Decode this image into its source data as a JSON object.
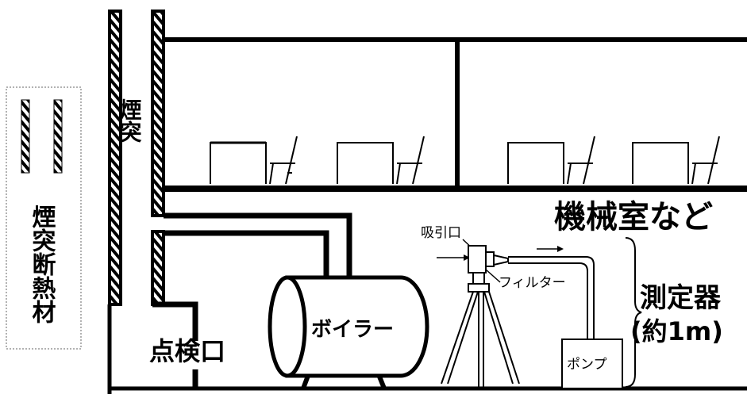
{
  "labels": {
    "legend": "煙突断熱材",
    "chimney": "煙突",
    "machine_room": "機械室など",
    "intake": "吸引口",
    "filter": "フィルター",
    "measuring_device": "測定器",
    "device_size": "(約1m)",
    "boiler": "ボイラー",
    "inspection_port": "点検口",
    "pump": "ポンプ"
  },
  "colors": {
    "ink": "#000000",
    "background": "#ffffff",
    "legend_border": "#666666"
  },
  "icons": [
    "hatched-insulation-icon",
    "desk-icon",
    "chair-icon",
    "tripod-icon",
    "arrow-icon",
    "brace-icon"
  ]
}
